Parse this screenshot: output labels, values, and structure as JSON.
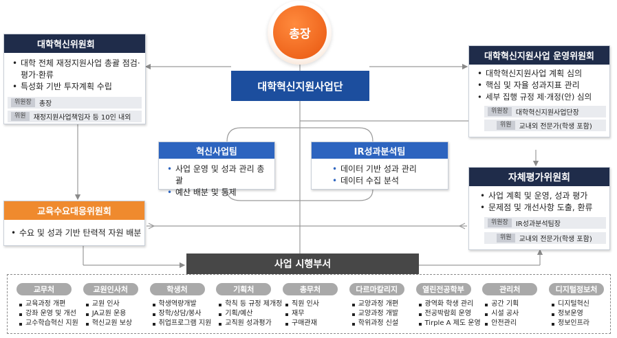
{
  "president": "총장",
  "center_unit": "대학혁신지원사업단",
  "innovation_committee": {
    "title": "대학혁신위원회",
    "duties": [
      "대학 전체 재정지원사업 총괄 점검·평가·환류",
      "특성화 기반 투자계획 수립"
    ],
    "chair_tag": "위원장",
    "chair": "총장",
    "member_tag": "위원",
    "members": "재정지원사업책임자 등 10인 내외"
  },
  "operation_committee": {
    "title": "대학혁신지원사업 운영위원회",
    "duties": [
      "대학혁신지원사업 계획 심의",
      "핵심 및 자율 성과지표 관리",
      "세부 집행 규정 제·개정(안) 심의"
    ],
    "chair_tag": "위원장",
    "chair": "대학혁신지원사업단장",
    "member_tag": "위원",
    "members": "교내외 전문가(학생 포함)"
  },
  "self_eval_committee": {
    "title": "자체평가위원회",
    "duties": [
      "사업 계획 및 운영, 성과 평가",
      "문제점 및 개선사항 도출, 환류"
    ],
    "chair_tag": "위원장",
    "chair": "IR성과분석팀장",
    "member_tag": "위원",
    "members": "교내외 전문가(학생 포함)"
  },
  "demand_committee": {
    "title": "교육수요대응위원회",
    "duties": [
      "수요 및 성과 기반 탄력적 자원 배분"
    ]
  },
  "innovation_team": {
    "title": "혁신사업팀",
    "duties": [
      "사업 운영 및 성과 관리 총괄",
      "예산 배분 및 통제"
    ]
  },
  "ir_team": {
    "title": "IR성과분석팀",
    "duties": [
      "데이터 기반 성과 관리",
      "데이터 수집 분석"
    ]
  },
  "exec_dept": "사업 시행부서",
  "departments": [
    {
      "name": "교무처",
      "items": [
        "교육과정 개편",
        "강좌 운영 및 개선",
        "교수학습혁신 지원"
      ]
    },
    {
      "name": "교원인사처",
      "items": [
        "교원 인사",
        "JA교원 운용",
        "혁신교원 보상"
      ]
    },
    {
      "name": "학생처",
      "items": [
        "학생역량개발",
        "장학/상담/봉사",
        "취업프로그램 지원"
      ]
    },
    {
      "name": "기획처",
      "items": [
        "학칙 등 규정 제개정",
        "기획/예산",
        "교직원 성과평가"
      ]
    },
    {
      "name": "총무처",
      "items": [
        "직원 인사",
        "재무",
        "구매관재"
      ]
    },
    {
      "name": "다르마칼리지",
      "items": [
        "교양과정 개편",
        "교양과정 개발",
        "학위과정 신설"
      ]
    },
    {
      "name": "열린전공학부",
      "items": [
        "광역화 학생 관리",
        "전공박람회 운영",
        "Tirple A 제도 운영"
      ]
    },
    {
      "name": "관리처",
      "items": [
        "공간 기획",
        "시설 공사",
        "안전관리"
      ]
    },
    {
      "name": "디지털정보처",
      "items": [
        "디지털혁신",
        "정보운영",
        "정보인프라"
      ]
    }
  ],
  "colors": {
    "navy": "#1f2c4a",
    "blue": "#1c4e9e",
    "team_blue": "#2d64bf",
    "orange": "#ef8a2e",
    "exec_gray": "#474747",
    "pill_gray": "#a9a9a9"
  }
}
